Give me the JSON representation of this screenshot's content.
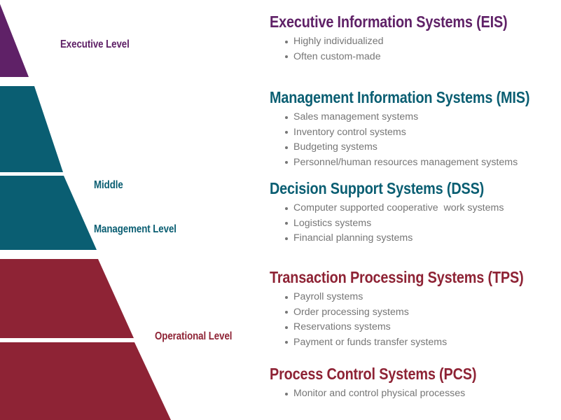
{
  "palette": {
    "executive_purple": "#5F2167",
    "management_teal": "#0A5E72",
    "operational_red": "#8E2335",
    "body_text_gray": "#767676",
    "background": "#FFFFFF"
  },
  "pyramid": {
    "tiers": [
      {
        "id": "executive",
        "label": "Executive Level",
        "color": "#5F2167"
      },
      {
        "id": "middle",
        "label": "Middle\nManagement Level",
        "color": "#0A5E72"
      },
      {
        "id": "operational",
        "label": "Operational Level",
        "color": "#8E2335"
      }
    ],
    "bands": [
      {
        "id": "band-executive-1",
        "color": "#5F2167"
      },
      {
        "id": "band-management-1",
        "color": "#0A5E72"
      },
      {
        "id": "band-management-2",
        "color": "#0A5E72"
      },
      {
        "id": "band-operational-1",
        "color": "#8E2335"
      },
      {
        "id": "band-operational-2",
        "color": "#8E2335"
      }
    ]
  },
  "tier_labels": {
    "executive": "Executive Level",
    "middle_line1": "Middle",
    "middle_line2": "Management Level",
    "operational": "Operational Level"
  },
  "systems": [
    {
      "id": "eis",
      "heading": "Executive Information Systems (EIS)",
      "color": "#5F2167",
      "points": [
        "Highly individualized",
        "Often custom-made"
      ]
    },
    {
      "id": "mis",
      "heading": "Management Information Systems (MIS)",
      "color": "#0A5E72",
      "points": [
        "Sales management systems",
        "Inventory control systems",
        "Budgeting systems",
        "Personnel/human resources management systems"
      ]
    },
    {
      "id": "dss",
      "heading": "Decision Support Systems (DSS)",
      "color": "#0A5E72",
      "points": [
        "Computer supported cooperative  work systems",
        "Logistics systems",
        "Financial planning systems"
      ]
    },
    {
      "id": "tps",
      "heading": "Transaction Processing Systems (TPS)",
      "color": "#8E2335",
      "points": [
        "Payroll systems",
        "Order processing systems",
        "Reservations systems",
        "Payment or funds transfer systems"
      ]
    },
    {
      "id": "pcs",
      "heading": "Process Control Systems (PCS)",
      "color": "#8E2335",
      "points": [
        "Monitor and control physical processes"
      ]
    }
  ]
}
